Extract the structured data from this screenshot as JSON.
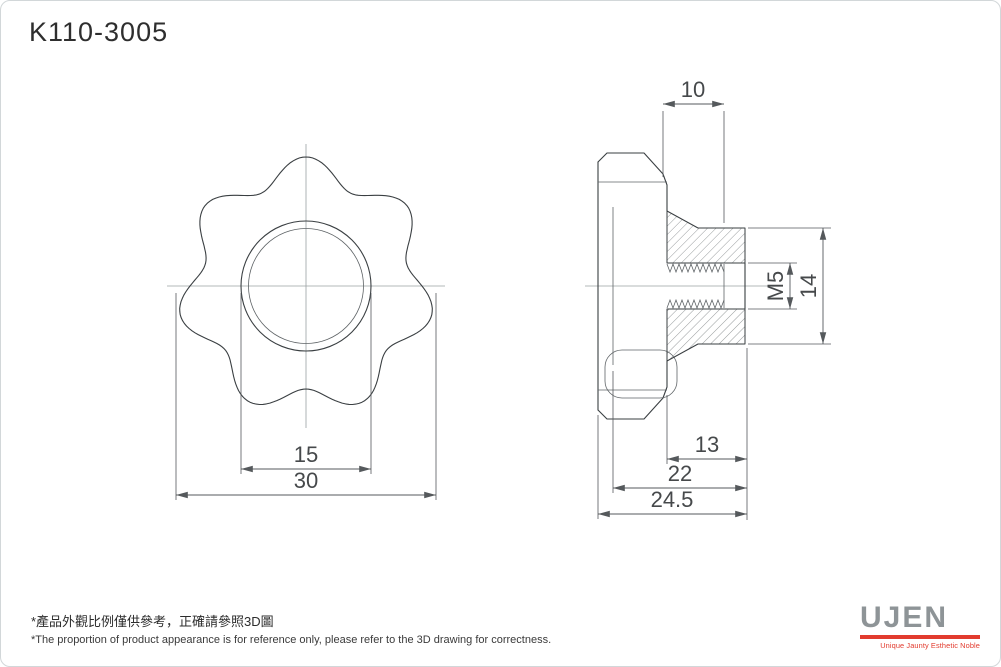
{
  "title": {
    "part_number": "K110-3005"
  },
  "front_view": {
    "dim_inner_diameter": "15",
    "dim_outer_diameter": "30"
  },
  "side_view": {
    "dim_top_width": "10",
    "dim_thread": "M5",
    "dim_boss_diameter": "14",
    "dim_thread_length": "13",
    "dim_body_length": "22",
    "dim_total_length": "24.5"
  },
  "footnote": {
    "zh": "*產品外觀比例僅供參考，正確請參照3D圖",
    "en": "*The proportion of product appearance is for reference only, please refer to the 3D drawing for correctness."
  },
  "logo": {
    "name": "UJEN",
    "tagline": "Unique Jaunty Esthetic Noble"
  },
  "colors": {
    "accent_red": "#e23b2e",
    "line": "#3a3f42",
    "dim": "#55595c"
  }
}
